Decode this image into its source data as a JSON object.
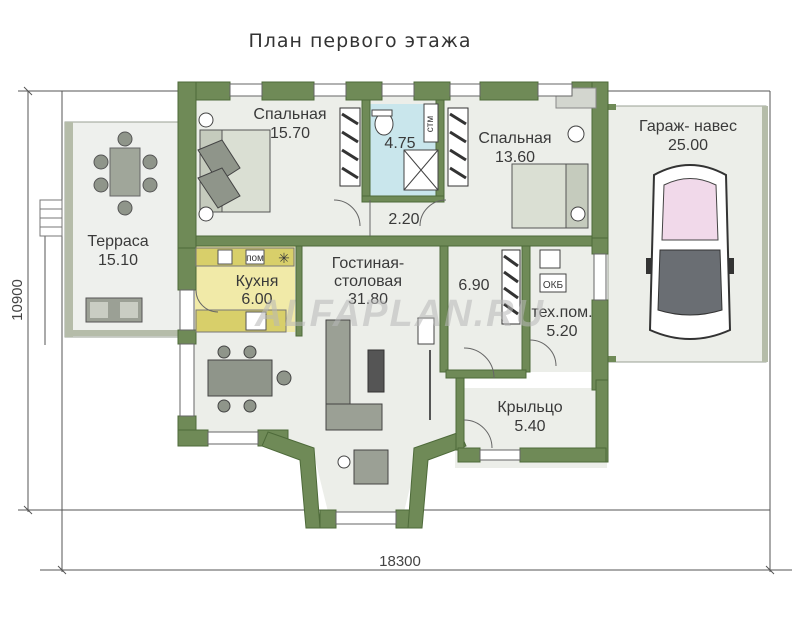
{
  "title": "План первого этажа",
  "watermark": "ALFAPLAN.RU",
  "dimensions": {
    "width": "18300",
    "height": "10900"
  },
  "rooms": {
    "bedroom1": {
      "name": "Спальная",
      "area": "15.70"
    },
    "wc": {
      "name": "",
      "area": "4.75",
      "fixture_label": "стм"
    },
    "bedroom2": {
      "name": "Спальная",
      "area": "13.60"
    },
    "hall": {
      "area": "2.20"
    },
    "garage": {
      "name": "Гараж- навес",
      "area": "25.00"
    },
    "terrace": {
      "name": "Терраса",
      "area": "15.10"
    },
    "kitchen": {
      "name": "Кухня",
      "area": "6.00",
      "appliance_label": "пом"
    },
    "living": {
      "name_line1": "Гостиная-",
      "name_line2": "столовая",
      "area": "31.80"
    },
    "closet": {
      "area": "6.90"
    },
    "tech": {
      "name": "тех.пом.",
      "area": "5.20",
      "boiler_label": "ОКБ"
    },
    "porch": {
      "name": "Крыльцо",
      "area": "5.40"
    }
  },
  "colors": {
    "wall": "#6f8a57",
    "wall_dark": "#4e6a3a",
    "floor": "#eceee9",
    "terrace_floor": "#eef0ed",
    "wc_tile": "#c9e6ec",
    "kitchen_floor": "#f1eaa8",
    "furniture": "#8f958a",
    "bed_sheet": "#dadfd3",
    "car_body": "#f1d9ea"
  }
}
